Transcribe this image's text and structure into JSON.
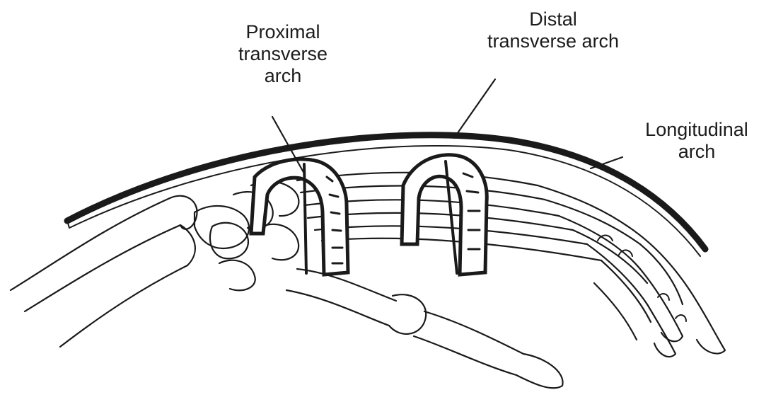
{
  "diagram": {
    "labels": {
      "proximal": "Proximal\ntransverse\narch",
      "distal": "Distal\ntransverse arch",
      "longitudinal": "Longitudinal\narch"
    },
    "colors": {
      "ink": "#1a1a1a",
      "paper": "#ffffff",
      "shade": "#2b2b2b"
    }
  }
}
